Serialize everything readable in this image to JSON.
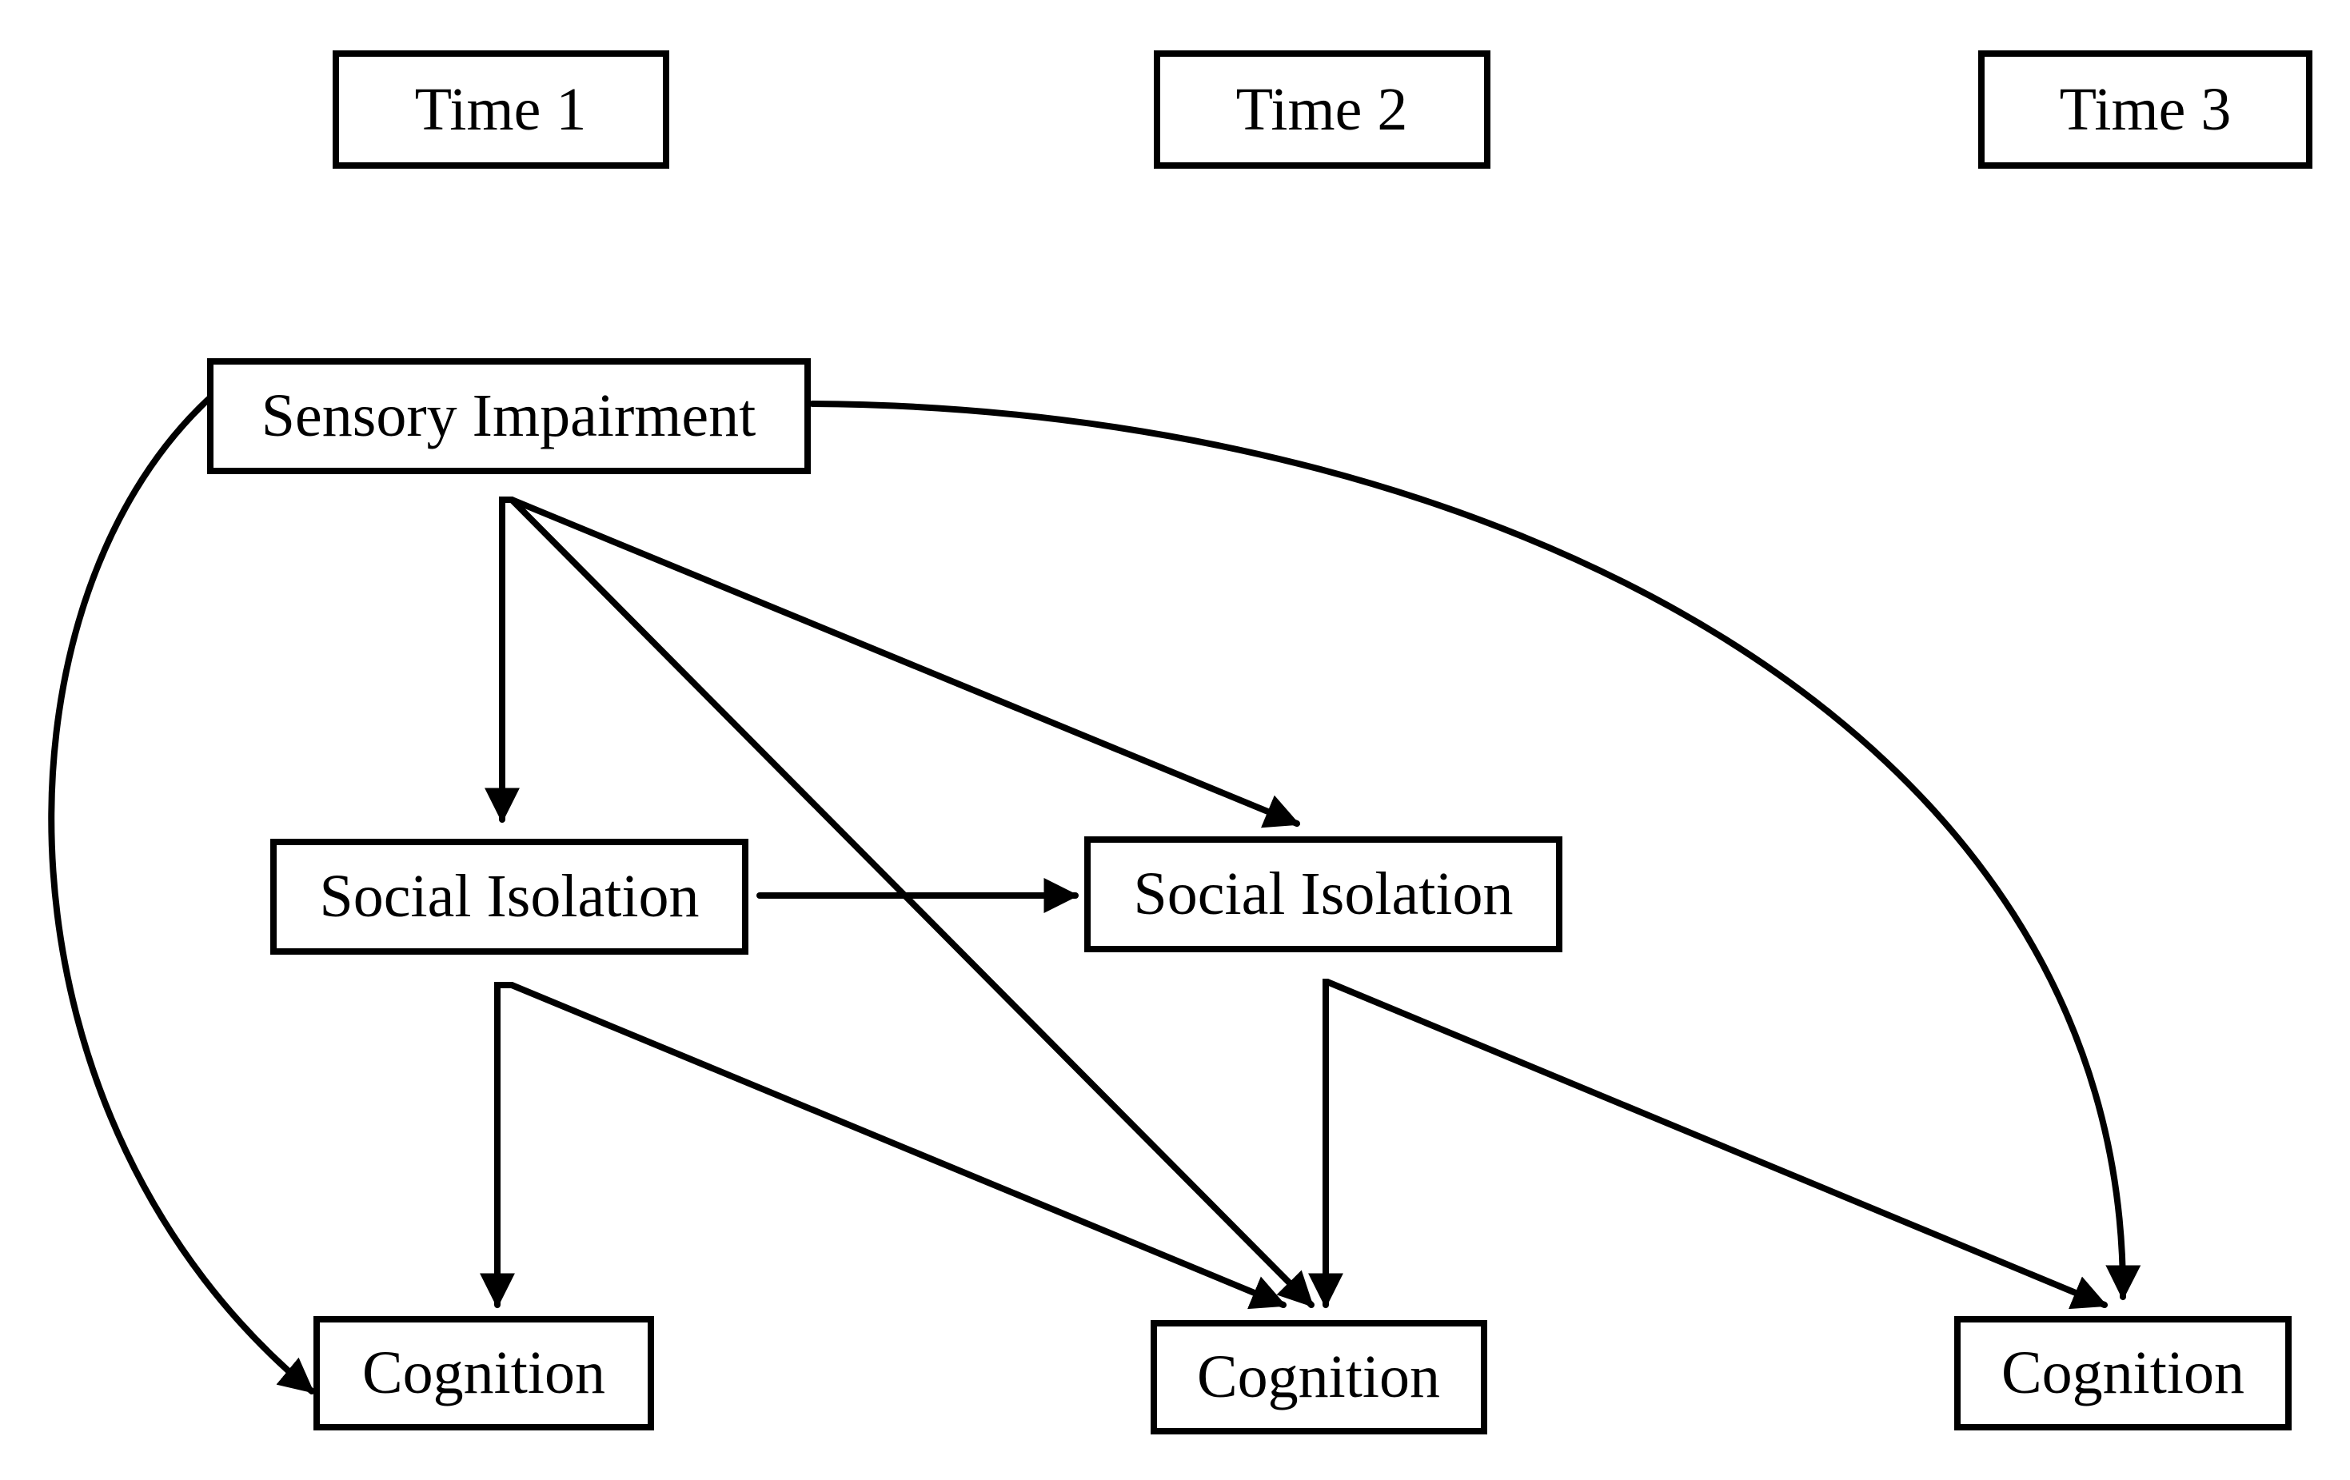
{
  "time_headers": [
    {
      "id": "time-1",
      "label": "Time 1"
    },
    {
      "id": "time-2",
      "label": "Time 2"
    },
    {
      "id": "time-3",
      "label": "Time 3"
    }
  ],
  "nodes": [
    {
      "id": "sensory-impairment-t1",
      "label": "Sensory Impairment"
    },
    {
      "id": "social-isolation-t1",
      "label": "Social Isolation"
    },
    {
      "id": "social-isolation-t2",
      "label": "Social Isolation"
    },
    {
      "id": "cognition-t1",
      "label": "Cognition"
    },
    {
      "id": "cognition-t2",
      "label": "Cognition"
    },
    {
      "id": "cognition-t3",
      "label": "Cognition"
    }
  ],
  "edges": [
    {
      "from": "sensory-impairment-t1",
      "to": "cognition-t1"
    },
    {
      "from": "sensory-impairment-t1",
      "to": "social-isolation-t1"
    },
    {
      "from": "sensory-impairment-t1",
      "to": "cognition-t2"
    },
    {
      "from": "sensory-impairment-t1",
      "to": "social-isolation-t2"
    },
    {
      "from": "sensory-impairment-t1",
      "to": "cognition-t3"
    },
    {
      "from": "social-isolation-t1",
      "to": "social-isolation-t2"
    },
    {
      "from": "social-isolation-t1",
      "to": "cognition-t1"
    },
    {
      "from": "social-isolation-t1",
      "to": "cognition-t2"
    },
    {
      "from": "social-isolation-t2",
      "to": "cognition-t2"
    },
    {
      "from": "social-isolation-t2",
      "to": "cognition-t3"
    }
  ]
}
